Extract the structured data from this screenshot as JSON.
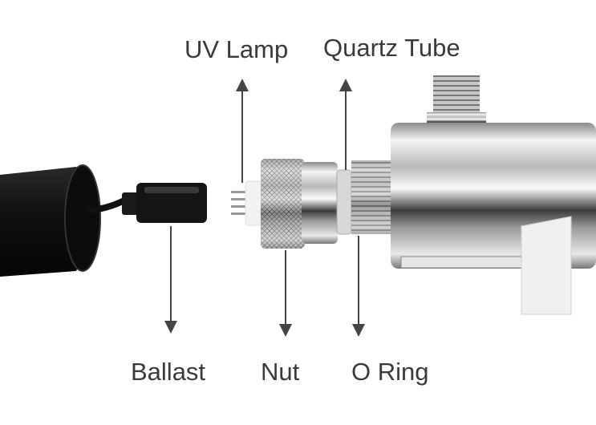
{
  "labels": {
    "uv_lamp": "UV Lamp",
    "quartz_tube": "Quartz Tube",
    "ballast": "Ballast",
    "nut": "Nut",
    "o_ring": "O Ring"
  },
  "colors": {
    "label_text": "#3a3a3a",
    "arrow": "#444444",
    "background": "#ffffff"
  }
}
